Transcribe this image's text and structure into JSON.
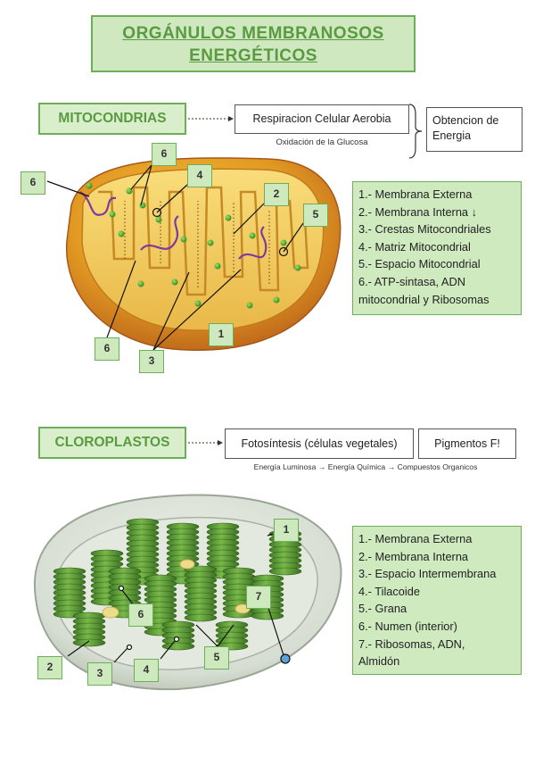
{
  "title": {
    "line1": "ORGÁNULOS MEMBRANOSOS",
    "line2": "ENERGÉTICOS"
  },
  "mito": {
    "heading": "MITOCONDRIAS",
    "process": "Respiracion Celular Aerobia",
    "note": "Oxidación de la Glucosa",
    "result": "Obtencion de Energia",
    "labels": [
      "6",
      "6",
      "4",
      "2",
      "5",
      "6",
      "3",
      "1"
    ],
    "legend": [
      "1.- Membrana Externa",
      "2.- Membrana Interna ↓",
      "3.- Crestas Mitocondriales",
      "4.- Matriz Mitocondrial",
      "5.- Espacio Mitocondrial",
      "6.- ATP-sintasa, ADN",
      "mitocondrial y Ribosomas"
    ]
  },
  "chloro": {
    "heading": "CLOROPLASTOS",
    "process": "Fotosíntesis (células vegetales)",
    "pigments": "Pigmentos F!",
    "note": "Energía Luminosa → Energía Química → Compuestos Organicos",
    "labels": [
      "1",
      "6",
      "7",
      "2",
      "3",
      "4",
      "5"
    ],
    "legend": [
      "1.- Membrana Externa",
      "2.- Membrana Interna",
      "3.- Espacio Intermembrana",
      "4.- Tilacoide",
      "5.- Grana",
      "6.- Numen (interior)",
      "7.- Ribosomas, ADN,",
      "Almidón"
    ]
  }
}
